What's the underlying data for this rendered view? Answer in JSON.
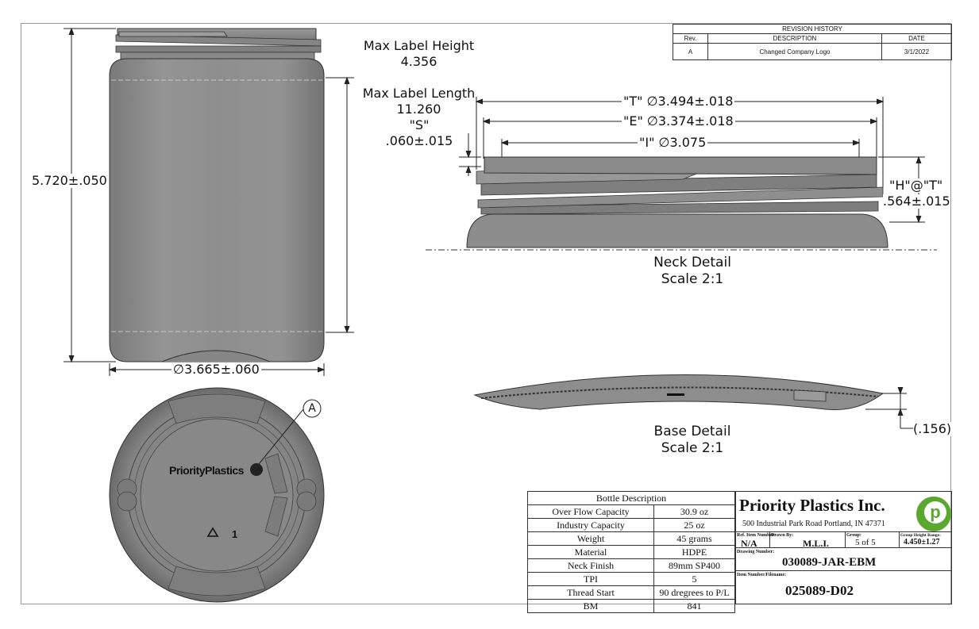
{
  "revision": {
    "title": "REVISION HISTORY",
    "headers": [
      "Rev.",
      "DESCRIPTION",
      "DATE"
    ],
    "rows": [
      [
        "A",
        "Changed Company Logo",
        "3/1/2022"
      ]
    ]
  },
  "labels": {
    "max_label_height_title": "Max Label Height",
    "max_label_height_value": "4.356",
    "max_label_length_title": "Max Label Length",
    "max_label_length_value": "11.260",
    "s_label": "\"S\"",
    "s_value": ".060±.015",
    "overall_height": "5.720±.050",
    "diameter": "3.665±.060",
    "t_dim": "\"T\"",
    "t_value": "3.494±.018",
    "e_dim": "\"E\"",
    "e_value": "3.374±.018",
    "i_dim": "\"I\"",
    "i_value": "3.075",
    "h_label": "\"H\"@\"T\"",
    "h_value": ".564±.015",
    "neck_detail": "Neck Detail",
    "neck_scale": "Scale 2:1",
    "base_detail": "Base Detail",
    "base_scale": "Scale 2:1",
    "base_dim": "(.156)",
    "callout": "A",
    "base_brand": "PriorityPlastics",
    "recycle_code": "1"
  },
  "bottle_description": {
    "title": "Bottle Description",
    "rows": [
      [
        "Over Flow Capacity",
        "30.9 oz"
      ],
      [
        "Industry Capacity",
        "25 oz"
      ],
      [
        "Weight",
        "45 grams"
      ],
      [
        "Material",
        "HDPE"
      ],
      [
        "Neck Finish",
        "89mm SP400"
      ],
      [
        "TPI",
        "5"
      ],
      [
        "Thread Start",
        "90 dregrees to P/L"
      ],
      [
        "BM",
        "841"
      ]
    ]
  },
  "title_block": {
    "company": "Priority Plastics Inc.",
    "address": "500 Industrial Park Road Portland, IN 47371",
    "logo_letter": "p",
    "ref_item_label": "Ref. Item Number:",
    "ref_item_value": "N/A",
    "drawn_by_label": "Drawn By:",
    "drawn_by_value": "M.L.I.",
    "group_label": "Group:",
    "group_value": "5 of 5",
    "group_height_label": "Group Height Range:",
    "group_height_value": "4.450±1.27",
    "drawing_number_label": "Drawing Number:",
    "drawing_number_value": "030089-JAR-EBM",
    "item_number_label": "Item Number/Filename:",
    "item_number_value": "025089-D02"
  },
  "colors": {
    "bottle_fill": "#8c8c8c",
    "bottle_dark": "#6e6e6e",
    "logo_green": "#5aa832",
    "line": "#222222"
  }
}
